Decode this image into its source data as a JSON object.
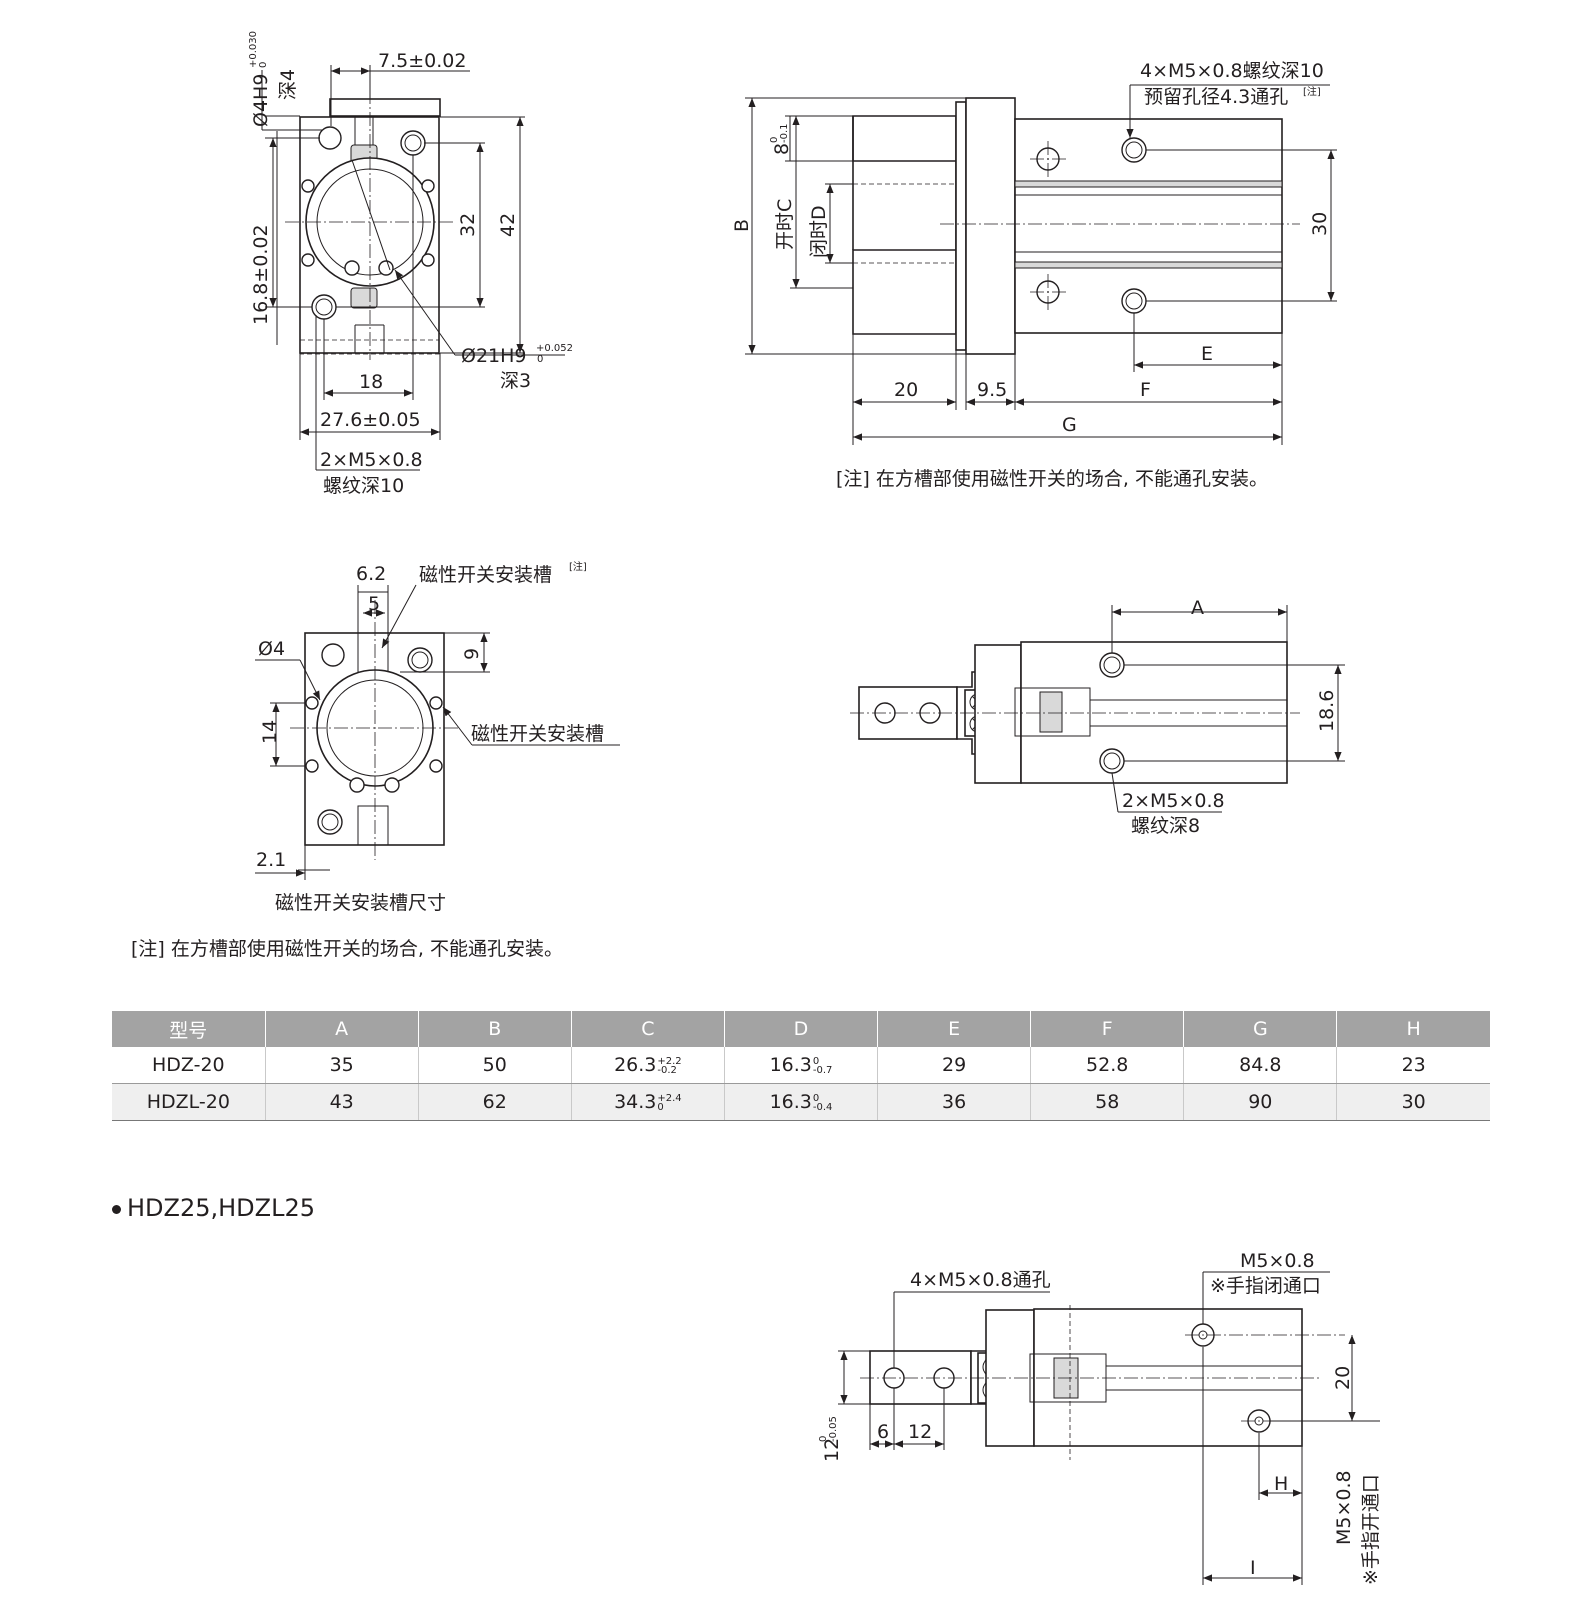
{
  "top_left_view": {
    "dim_hole": "Ø4H9",
    "dim_hole_tol_upper": "+0.030",
    "dim_hole_tol_lower": "0",
    "dim_hole_depth": "深4",
    "dim_offset": "7.5±0.02",
    "dim_32": "32",
    "dim_42": "42",
    "dim_16_8": "16.8±0.02",
    "dim_bore": "Ø21H9",
    "dim_bore_tol_upper": "+0.052",
    "dim_bore_tol_lower": "0",
    "dim_bore_depth": "深3",
    "dim_18": "18",
    "dim_27_6": "27.6±0.05",
    "thread_note_1": "2×M5×0.8",
    "thread_note_2": "螺纹深10"
  },
  "top_right_view": {
    "hole_note_1": "4×M5×0.8螺纹深10",
    "hole_note_2": "预留孔径4.3通孔",
    "hole_note_ref": "[注]",
    "dim_8": "8",
    "dim_8_tol_upper": "0",
    "dim_8_tol_lower": "-0.1",
    "dim_B": "B",
    "dim_C": "开时C",
    "dim_D": "闭时D",
    "dim_30": "30",
    "dim_E": "E",
    "dim_20": "20",
    "dim_9_5": "9.5",
    "dim_F": "F",
    "dim_G": "G",
    "note": "[注] 在方槽部使用磁性开关的场合, 不能通孔安装。"
  },
  "mid_left_view": {
    "dim_6_2": "6.2",
    "slot_label": "磁性开关安装槽",
    "slot_label_ref": "[注]",
    "dim_5": "5",
    "dim_dia4": "Ø4",
    "dim_9": "9",
    "dim_14": "14",
    "slot_label_2": "磁性开关安装槽",
    "dim_2_1": "2.1",
    "caption": "磁性开关安装槽尺寸",
    "note": "[注] 在方槽部使用磁性开关的场合, 不能通孔安装。"
  },
  "mid_right_view": {
    "dim_A": "A",
    "dim_18_6": "18.6",
    "thread_note_1": "2×M5×0.8",
    "thread_note_2": "螺纹深8"
  },
  "spec_table": {
    "headers": [
      "型号",
      "A",
      "B",
      "C",
      "D",
      "E",
      "F",
      "G",
      "H"
    ],
    "rows": [
      {
        "model": "HDZ-20",
        "A": "35",
        "B": "50",
        "C": "26.3",
        "C_tol_upper": "+2.2",
        "C_tol_lower": "-0.2",
        "D": "16.3",
        "D_tol_upper": "0",
        "D_tol_lower": "-0.7",
        "E": "29",
        "F": "52.8",
        "G": "84.8",
        "H": "23"
      },
      {
        "model": "HDZL-20",
        "A": "43",
        "B": "62",
        "C": "34.3",
        "C_tol_upper": "+2.4",
        "C_tol_lower": "0",
        "D": "16.3",
        "D_tol_upper": "0",
        "D_tol_lower": "-0.4",
        "E": "36",
        "F": "58",
        "G": "90",
        "H": "30"
      }
    ]
  },
  "section_title": "HDZ25,HDZL25",
  "bottom_view": {
    "hole_note": "4×M5×0.8通孔",
    "port_close_1": "M5×0.8",
    "port_close_2": "※手指闭通口",
    "dim_20": "20",
    "dim_12": "12",
    "dim_12_tol_upper": "0",
    "dim_12_tol_lower": "-0.05",
    "dim_6": "6",
    "dim_12b": "12",
    "dim_H": "H",
    "dim_I": "I",
    "port_open_1": "M5×0.8",
    "port_open_2": "※手指开通口"
  }
}
